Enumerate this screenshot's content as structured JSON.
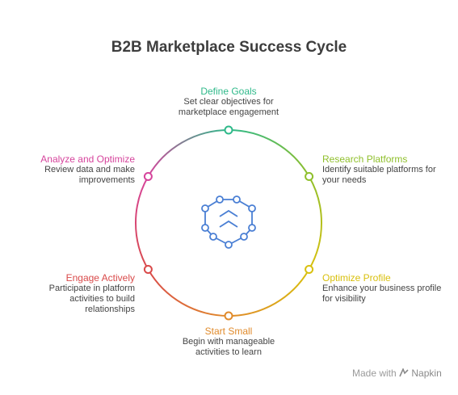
{
  "title": "B2B Marketplace Success Cycle",
  "steps": [
    {
      "name": "Define Goals",
      "description": "Set clear objectives for marketplace engagement",
      "color": "#2fb98a"
    },
    {
      "name": "Research Platforms",
      "description": "Identify suitable platforms for your needs",
      "color": "#8fbf2b"
    },
    {
      "name": "Optimize Profile",
      "description": "Enhance your business profile for visibility",
      "color": "#d9c00e"
    },
    {
      "name": "Start Small",
      "description": "Begin with manageable activities to learn",
      "color": "#e08a2a"
    },
    {
      "name": "Engage Actively",
      "description": "Participate in platform activities to build relationships",
      "color": "#d94a4a"
    },
    {
      "name": "Analyze and Optimize",
      "description": "Review data and make improvements",
      "color": "#d6449c"
    }
  ],
  "center_icon": "network-chevrons-icon",
  "center_icon_color": "#4a7fd4",
  "watermark": {
    "prefix": "Made with",
    "brand": "Napkin"
  }
}
